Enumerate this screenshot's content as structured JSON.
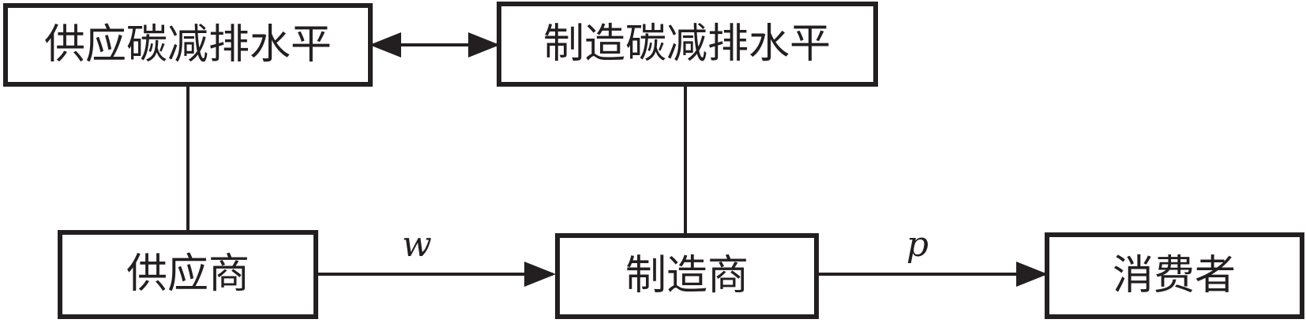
{
  "nodes": {
    "supply_reduction": "供应碳减排水平",
    "manufacture_reduction": "制造碳减排水平",
    "supplier": "供应商",
    "manufacturer": "制造商",
    "consumer": "消费者"
  },
  "edges": {
    "supplier_to_manufacturer_label": "w",
    "manufacturer_to_consumer_label": "p"
  },
  "colors": {
    "stroke": "#231f20",
    "background": "#ffffff"
  }
}
